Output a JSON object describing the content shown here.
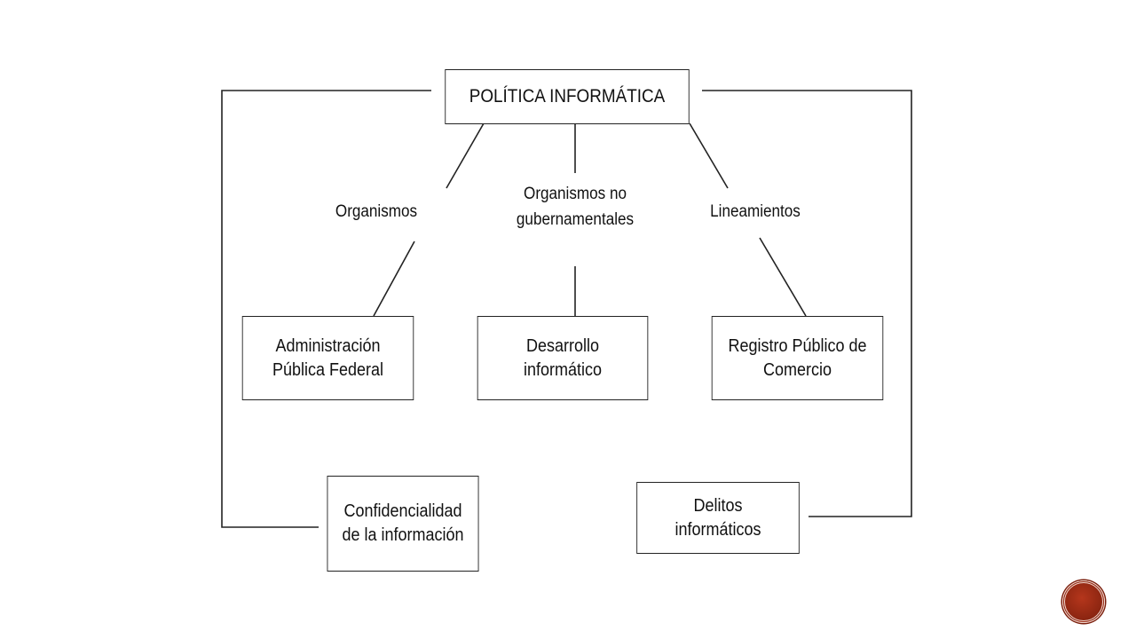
{
  "diagram": {
    "root": "POLÍTICA INFORMÁTICA",
    "edge_labels": {
      "organismos": "Organismos",
      "ong_line1": "Organismos no",
      "ong_line2": "gubernamentales",
      "lineamientos": "Lineamientos"
    },
    "nodes": {
      "apf_line1": "Administración",
      "apf_line2": "Pública Federal",
      "desarrollo_line1": "Desarrollo",
      "desarrollo_line2": "informático",
      "registro_line1": "Registro Público de",
      "registro_line2": "Comercio",
      "confidencialidad_line1": "Confidencialidad",
      "confidencialidad_line2": "de la información",
      "delitos_line1": "Delitos",
      "delitos_line2": "informáticos"
    }
  },
  "colors": {
    "line": "#222222",
    "badge_fill": "#b5361c",
    "badge_ring": "#7a1e0c"
  }
}
